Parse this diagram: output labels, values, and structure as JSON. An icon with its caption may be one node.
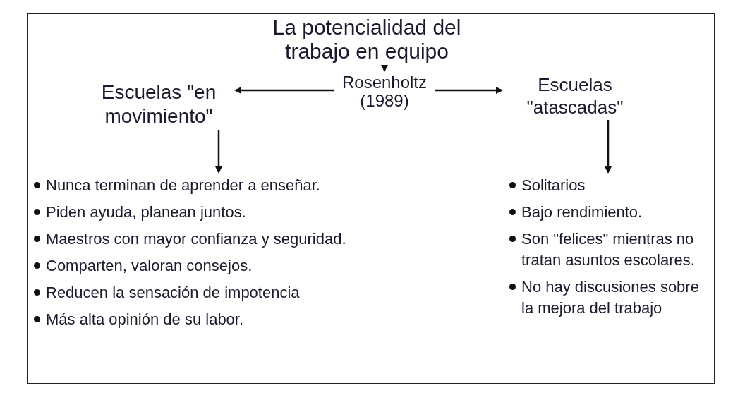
{
  "diagram": {
    "nodes": [
      {
        "text": [
          "La potencialidad del trabajo en equipo"
        ]
      },
      {
        "text": [
          "Rosenholtz (1989)"
        ]
      },
      {
        "text": [
          "Escuelas \"en movimiento\""
        ]
      },
      {
        "text": [
          "Escuelas \"atascadas\""
        ]
      },
      {
        "text": [
          "Nunca terminan de aprender a enseñar.",
          "Piden ayuda, planean juntos.",
          "Maestros con mayor confianza y seguridad.",
          "Comparten, valoran consejos.",
          "Reducen la sensación de impotencia",
          "Más alta opinión de su labor."
        ]
      },
      {
        "text": [
          "Solitarios",
          "Bajo rendimiento.",
          "Son \"felices\" mientras no tratan asuntos escolares.",
          "No hay discusiones sobre la mejora del trabajo"
        ]
      }
    ],
    "edges": [
      {
        "from": 0,
        "to": 1,
        "arrow": "to"
      },
      {
        "from": 1,
        "to": 2,
        "arrow": "to"
      },
      {
        "from": 1,
        "to": 3,
        "arrow": "to"
      },
      {
        "from": 2,
        "to": 4,
        "arrow": "to"
      },
      {
        "from": 3,
        "to": 5,
        "arrow": "to"
      }
    ]
  }
}
